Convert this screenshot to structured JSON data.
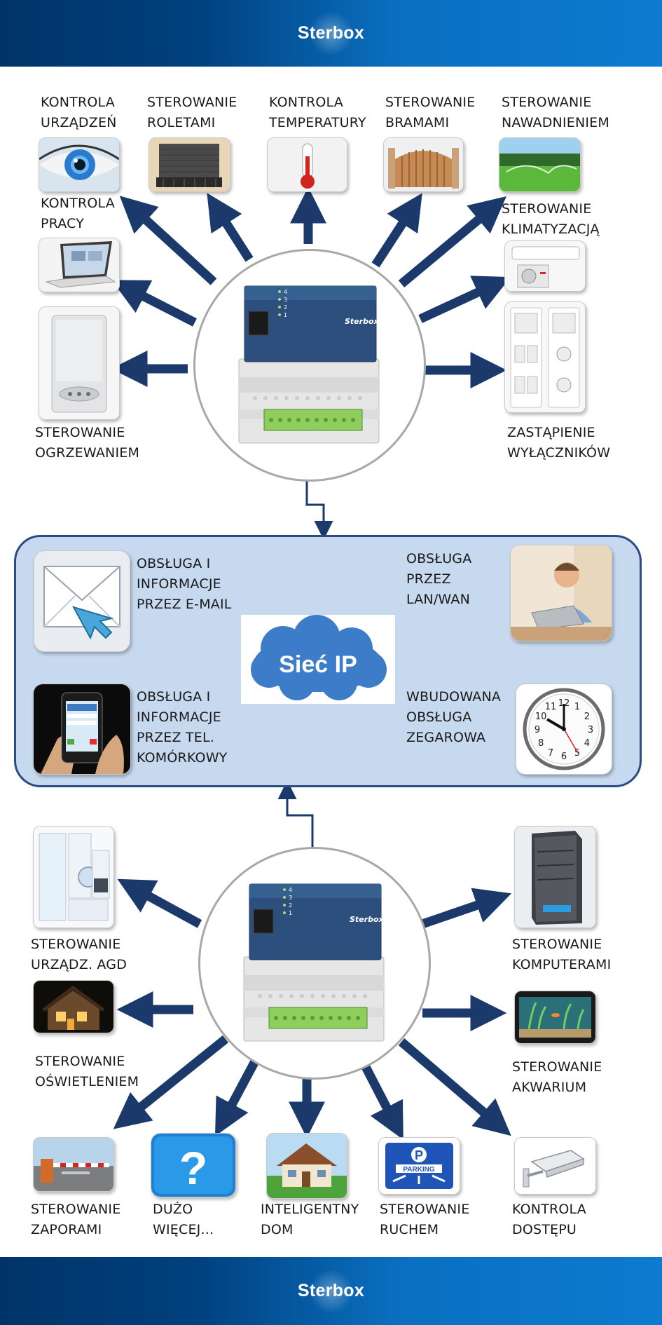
{
  "brand": {
    "top": "Sterbox",
    "bottom": "Sterbox"
  },
  "top_section": {
    "labels": {
      "kontrola_urzadzen": [
        "KONTROLA",
        "URZĄDZEŃ"
      ],
      "sterowanie_roletami": [
        "STEROWANIE",
        "ROLETAMI"
      ],
      "kontrola_temperatury": [
        "KONTROLA",
        "TEMPERATURY"
      ],
      "sterowanie_bramami": [
        "STEROWANIE",
        "BRAMAMI"
      ],
      "sterowanie_nawadnieniem": [
        "STEROWANIE",
        "NAWADNIENIEM"
      ],
      "kontrola_pracy": [
        "KONTROLA",
        "PRACY"
      ],
      "sterowanie_klimatyzacja": [
        "STEROWANIE",
        "KLIMATYZACJĄ"
      ],
      "sterowanie_ogrzewaniem": [
        "STEROWANIE",
        "OGRZEWANIEM"
      ],
      "zastapienie_wylacznikow": [
        "ZASTĄPIENIE",
        "WYŁĄCZNIKÓW"
      ]
    }
  },
  "network_panel": {
    "email": [
      "OBSŁUGA I",
      "INFORMACJE",
      "PRZEZ  E-MAIL"
    ],
    "lan_wan": [
      "OBSŁUGA",
      "PRZEZ",
      "LAN/WAN"
    ],
    "mobile": [
      "OBSŁUGA I",
      "INFORMACJE",
      "PRZEZ TEL.",
      " KOMÓRKOWY"
    ],
    "clock": [
      "WBUDOWANA",
      "OBSŁUGA",
      "ZEGAROWA"
    ],
    "cloud_label": "Sieć IP"
  },
  "bottom_section": {
    "labels": {
      "sterowanie_agd": [
        "STEROWANIE",
        "URZĄDZ.  AGD"
      ],
      "sterowanie_komputerami": [
        "STEROWANIE",
        "KOMPUTERAMI"
      ],
      "sterowanie_oswietleniem": [
        "STEROWANIE",
        "OŚWIETLENIEM"
      ],
      "sterowanie_akwarium": [
        "STEROWANIE",
        "AKWARIUM"
      ],
      "sterowanie_zaporami": [
        "STEROWANIE",
        "ZAPORAMI"
      ],
      "duzo_wiecej": [
        "DUŻO",
        "WIĘCEJ..."
      ],
      "inteligentny_dom": [
        "INTELIGENTNY",
        "DOM"
      ],
      "sterowanie_ruchem": [
        "STEROWANIE",
        "RUCHEM"
      ],
      "kontrola_dostepu": [
        "KONTROLA",
        "DOSTĘPU"
      ]
    }
  },
  "device": {
    "brand_mark": "Sterbox",
    "led_numbers": [
      "4",
      "3",
      "2",
      "1"
    ]
  },
  "clock_numbers": [
    "12",
    "1",
    "2",
    "3",
    "4",
    "5",
    "6",
    "7",
    "8",
    "9",
    "10",
    "11"
  ],
  "parking_text": "PARKING",
  "colors": {
    "arrow": "#1b3a6b",
    "panel": "#c6d9ef",
    "panel_border": "#2a4c80",
    "cloud": "#3d7cc9",
    "header": "#00417f"
  }
}
